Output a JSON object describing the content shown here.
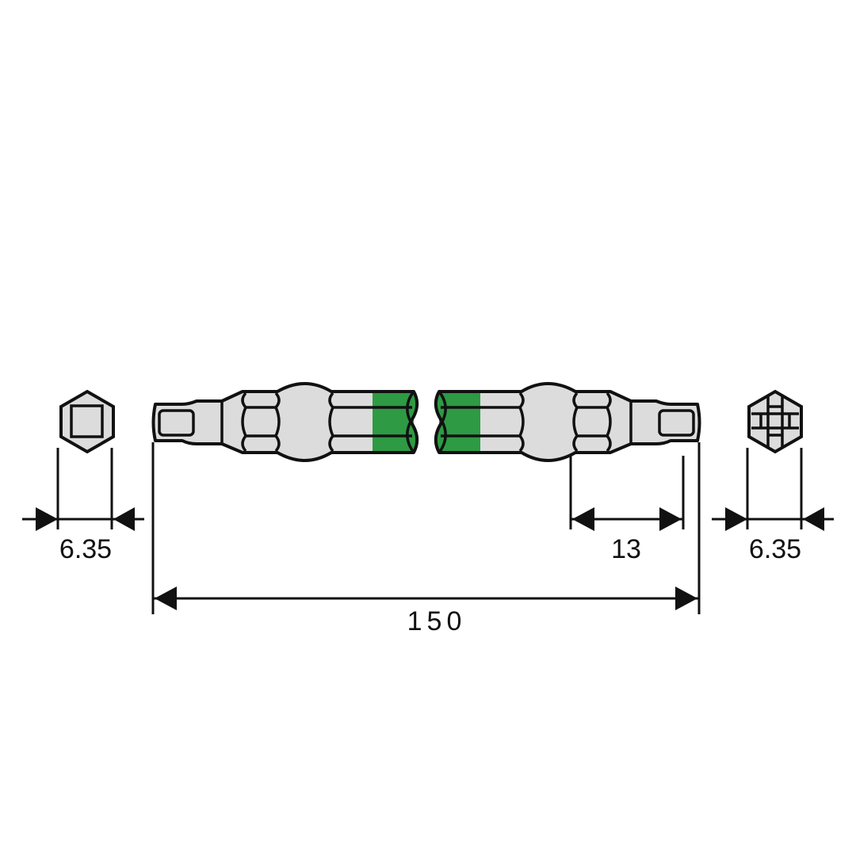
{
  "colors": {
    "body": "#dcdcdc",
    "accent": "#2e9a44",
    "outline": "#111111"
  },
  "dimensions": {
    "left_hex_width": "6.35",
    "right_hex_width": "6.35",
    "tip_length": "13",
    "overall_length": "150"
  }
}
